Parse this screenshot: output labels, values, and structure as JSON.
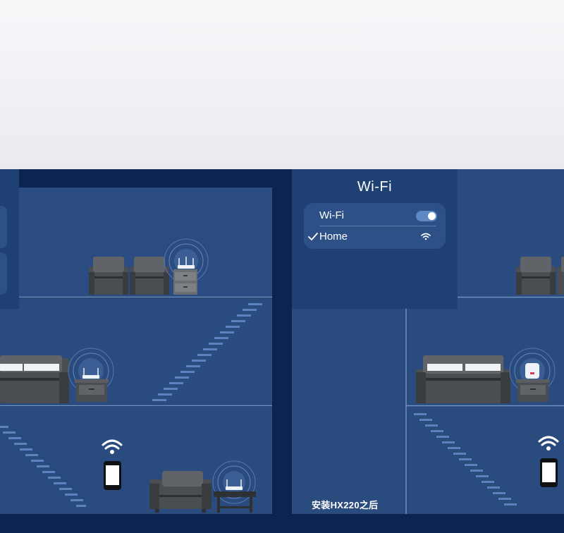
{
  "wifi_settings": {
    "title": "Wi-Fi",
    "toggle_label": "Wi-Fi",
    "toggle_on": true,
    "network_name": "Home",
    "network_selected": true
  },
  "caption": "安装HX220之后",
  "icons": [
    "wifi-signal-icon",
    "phone-icon",
    "router-icon",
    "extender-icon",
    "check-icon",
    "toggle-switch"
  ],
  "colors": {
    "background_top": "#f6f7f9",
    "frame": "#0c2550",
    "room": "#2a4b7e",
    "panel": "#1f4073",
    "accent": "#5d88c4"
  }
}
